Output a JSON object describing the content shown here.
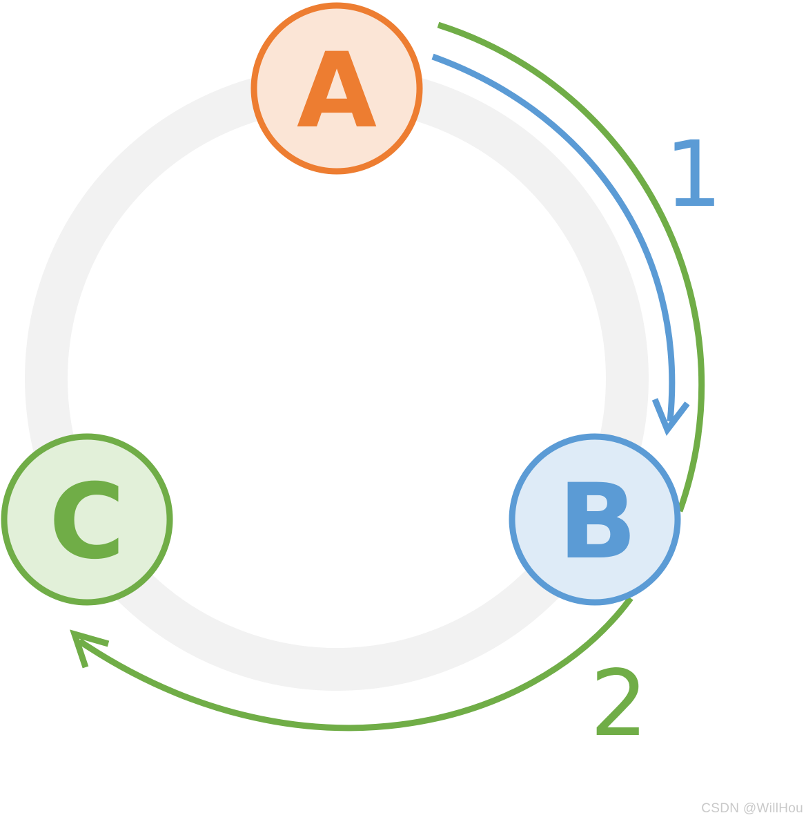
{
  "colors": {
    "ring": "#f2f2f2",
    "node_a_stroke": "#ed7d31",
    "node_a_fill": "#fbe5d6",
    "node_b_stroke": "#5b9bd5",
    "node_b_fill": "#deebf7",
    "node_c_stroke": "#70ad47",
    "node_c_fill": "#e2f0d9",
    "arrow_1": "#5b9bd5",
    "arrow_2": "#70ad47"
  },
  "nodes": {
    "a": {
      "label": "A"
    },
    "b": {
      "label": "B"
    },
    "c": {
      "label": "C"
    }
  },
  "steps": {
    "first": {
      "label": "1"
    },
    "second": {
      "label": "2"
    }
  },
  "watermark": "CSDN @WillHou"
}
